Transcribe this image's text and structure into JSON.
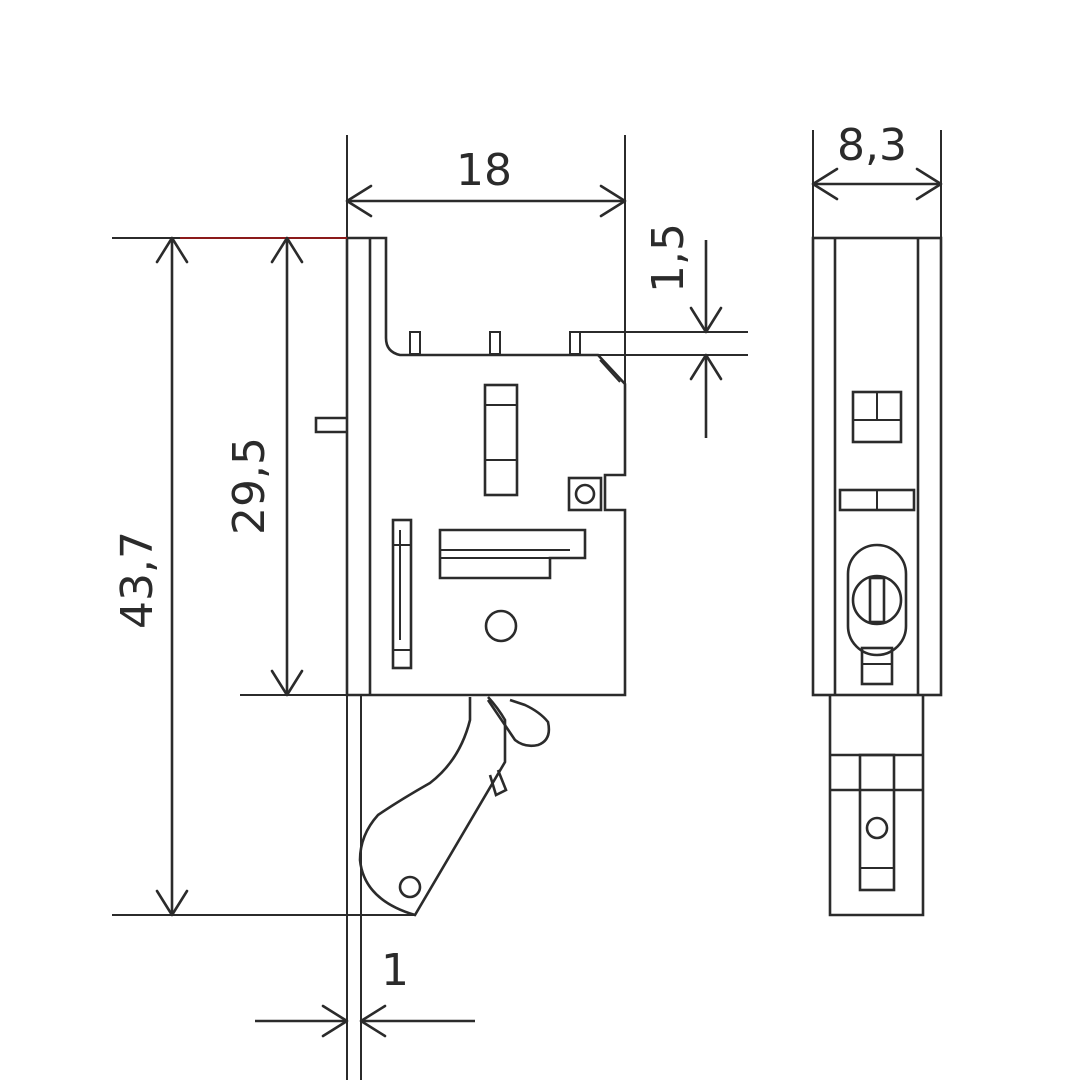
{
  "dimensions": {
    "width_18": "18",
    "side_width": "8,3",
    "tab_height": "1,5",
    "body_height": "29,5",
    "overall_height": "43,7",
    "offset_1": "1"
  },
  "colors": {
    "line": "#2b2b2b",
    "accent_top_edge": "#8b1a1a",
    "background": "#ffffff"
  }
}
